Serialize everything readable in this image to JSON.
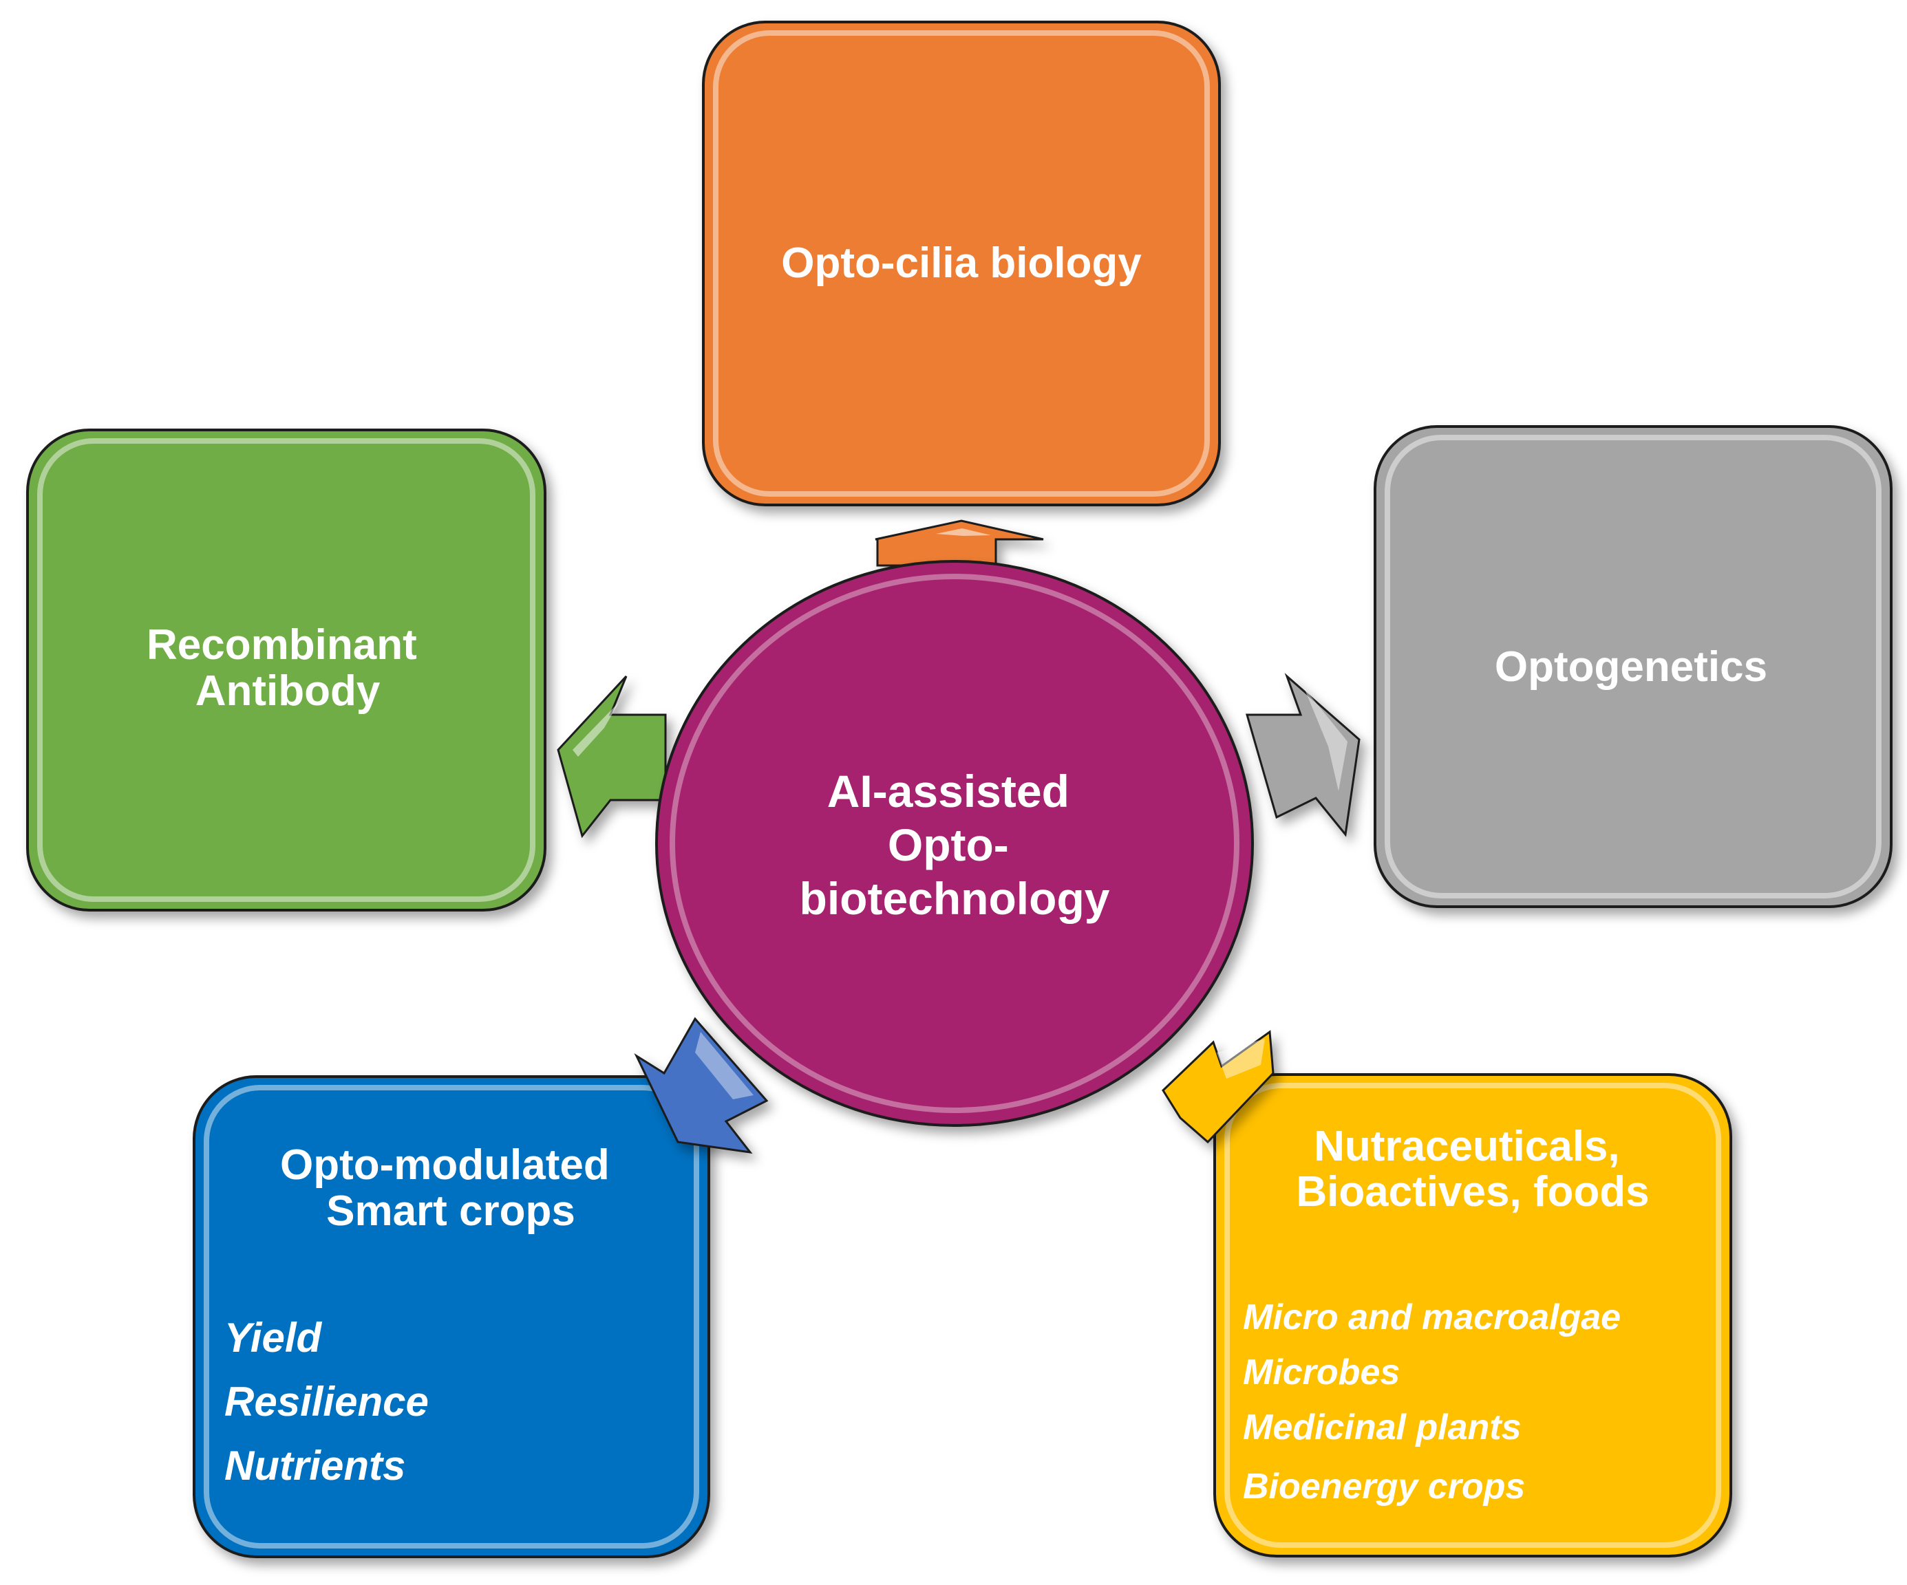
{
  "center": {
    "lines": [
      "AI-assisted",
      "Opto-",
      "biotechnology"
    ],
    "color": "#A6246E"
  },
  "boxes": {
    "top": {
      "title": [
        "Opto-cilia biology"
      ],
      "color": "#ED7D31"
    },
    "left": {
      "title": [
        "Recombinant",
        "Antibody"
      ],
      "color": "#70AD47"
    },
    "right": {
      "title": [
        "Optogenetics"
      ],
      "color": "#A5A5A5"
    },
    "bottom_left": {
      "title": [
        "Opto-modulated",
        "Smart crops"
      ],
      "items": [
        "Yield",
        "Resilience",
        "Nutrients"
      ],
      "color": "#0070C0",
      "arrow_color": "#4472C4"
    },
    "bottom_right": {
      "title": [
        "Nutraceuticals,",
        "Bioactives, foods"
      ],
      "items": [
        "Micro and macroalgae",
        "Microbes",
        "Medicinal plants",
        "Bioenergy crops"
      ],
      "color": "#FFC000"
    }
  }
}
